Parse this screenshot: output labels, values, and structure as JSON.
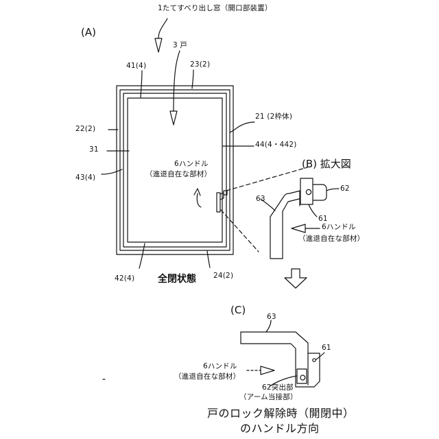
{
  "top_title": "1たてすべり出し窓（開口部装置）",
  "sections": {
    "a": "(A)",
    "b": "(B) 拡大図",
    "c": "(C)"
  },
  "labels_a": {
    "door": "3 戸",
    "l41": "41(4)",
    "l23": "23(2)",
    "l22": "22(2)",
    "l21": "21 (2枠体)",
    "l31": "31",
    "l44": "44(4・442)",
    "l43": "43(4)",
    "handle_1": "6ハンドル",
    "handle_2": "（進退自在な部材）",
    "l42": "42(4)",
    "l24": "24(2)",
    "state": "全閉状態"
  },
  "labels_b": {
    "l62": "62",
    "l63": "63",
    "l61": "61",
    "handle_1": "6ハンドル",
    "handle_2": "（進退自在な部材）"
  },
  "labels_c": {
    "l63": "63",
    "l61": "61",
    "handle_1": "6ハンドル",
    "handle_2": "（進退自在な部材）",
    "proj_1": "62突出部",
    "proj_2": "（アーム当接部）",
    "caption_1": "戸のロック解除時（開閉中）",
    "caption_2": "のハンドル方向"
  }
}
